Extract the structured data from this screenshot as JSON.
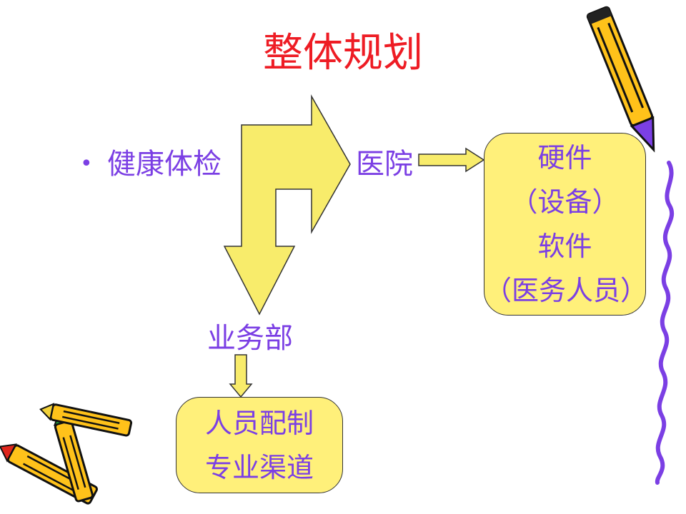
{
  "slide": {
    "title": "整体规划",
    "bullet": "健康体检",
    "hospital": "医院",
    "department": "业务部",
    "right_box_lines": [
      "硬件",
      "（设备）",
      "软件",
      "（医务人员）"
    ],
    "bottom_box_lines": [
      "人员配制",
      "专业渠道"
    ],
    "colors": {
      "title": "#ee1c24",
      "text": "#7b3fe4",
      "box_fill": "#fff07a",
      "arrow_fill": "#f8ec6b",
      "pencil_body": "#ffc21a",
      "squiggle": "#7b3fe4"
    },
    "icons": [
      "pencil-icon",
      "crayons-icon"
    ]
  }
}
